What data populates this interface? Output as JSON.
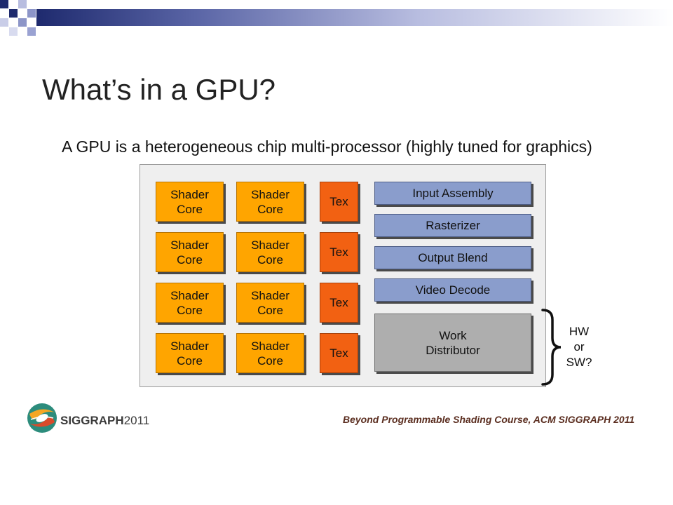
{
  "slide": {
    "title": "What’s in a GPU?",
    "subtitle": "A GPU is a heterogeneous chip multi-processor (highly tuned for graphics)"
  },
  "diagram": {
    "shader_rows": [
      [
        "Shader\nCore",
        "Shader\nCore",
        "Tex"
      ],
      [
        "Shader\nCore",
        "Shader\nCore",
        "Tex"
      ],
      [
        "Shader\nCore",
        "Shader\nCore",
        "Tex"
      ],
      [
        "Shader\nCore",
        "Shader\nCore",
        "Tex"
      ]
    ],
    "fixed_function": [
      "Input Assembly",
      "Rasterizer",
      "Output Blend",
      "Video Decode"
    ],
    "work_distributor": "Work\nDistributor",
    "hw_sw_note": "HW\nor\nSW?",
    "colors": {
      "shader_core": "#ffa500",
      "tex": "#f26112",
      "fixed_function": "#8a9dcc",
      "work_distributor": "#aeaeae",
      "chip_background": "#efefef"
    }
  },
  "footer": {
    "logo_brand": "SIGGRAPH",
    "logo_year": "2011",
    "course": "Beyond Programmable Shading Course, ACM SIGGRAPH 2011"
  }
}
